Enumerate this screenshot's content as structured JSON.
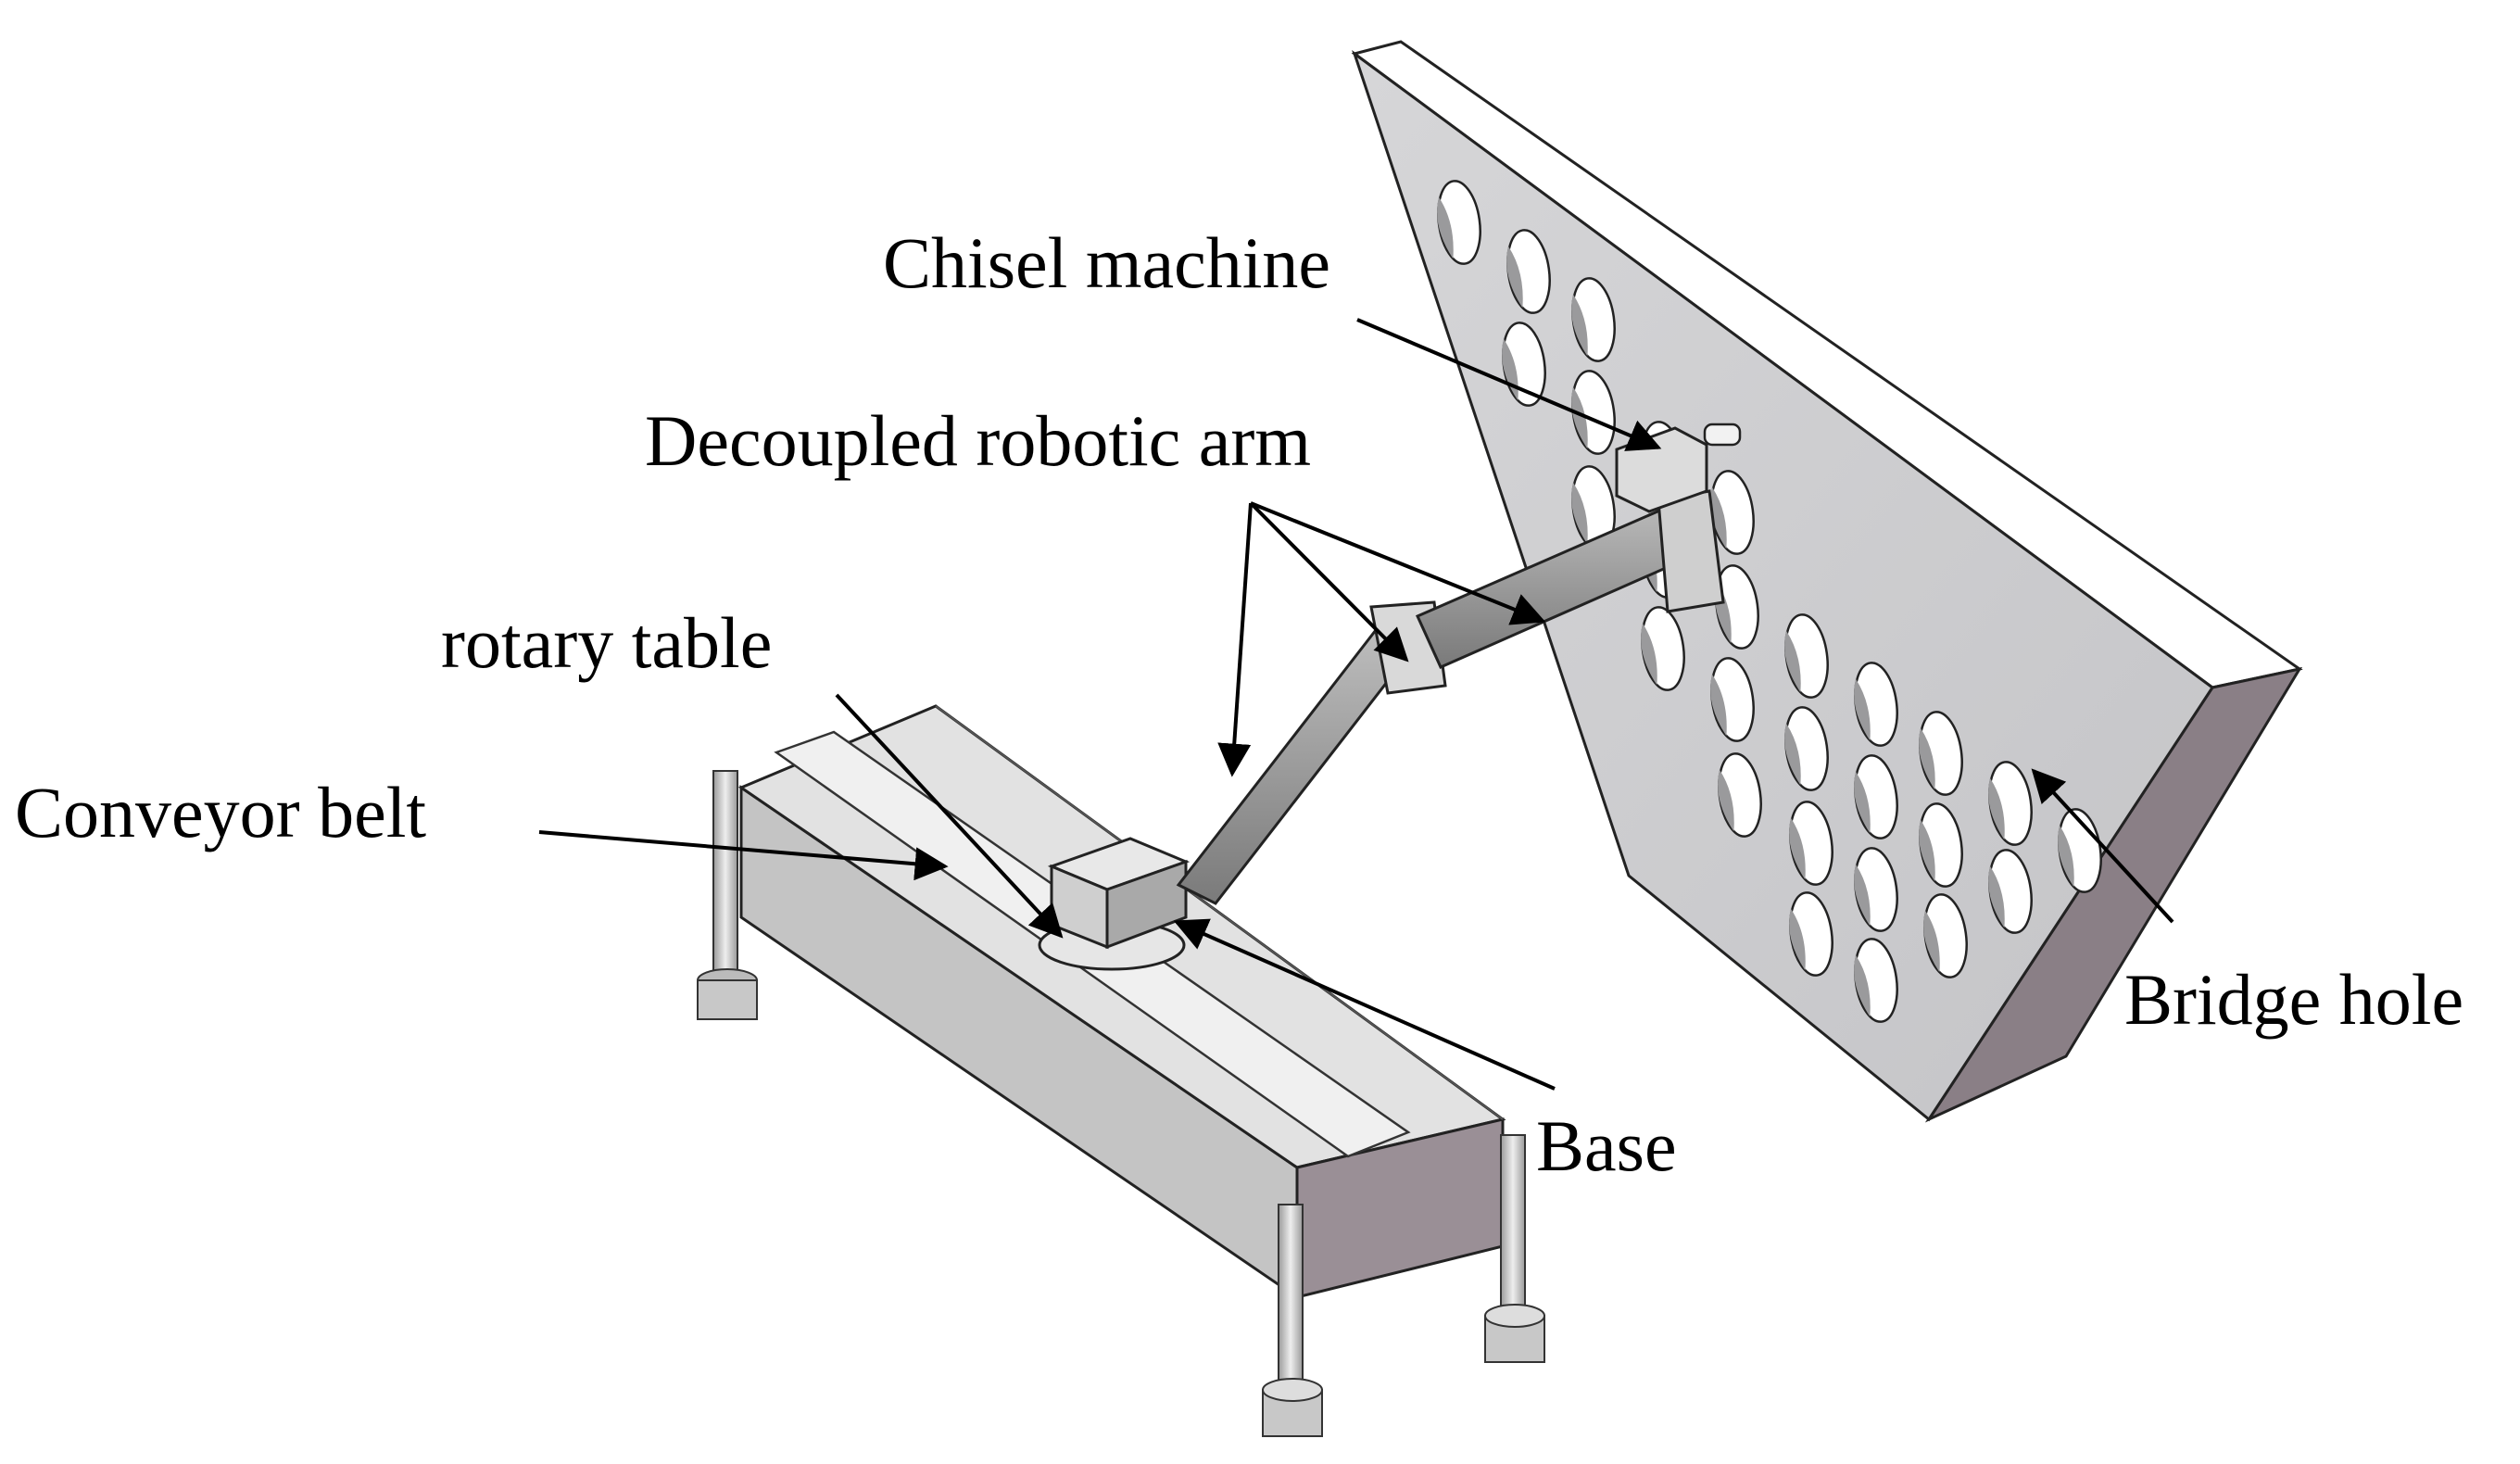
{
  "labels": {
    "chisel_machine": "Chisel machine",
    "decoupled_robotic_arm": "Decoupled robotic arm",
    "rotary_table": "rotary table",
    "conveyor_belt": "Conveyor belt",
    "bridge_hole": "Bridge hole",
    "base": "Base"
  },
  "colors": {
    "wall_face": "#cfcfd1",
    "wall_top": "#ffffff",
    "wall_side": "#8a7f86",
    "conveyor_top": "#d8d8d8",
    "conveyor_front": "#bdbdbd",
    "conveyor_end": "#9a8f96",
    "metal_dark": "#6e6e6e",
    "text": "#000000"
  },
  "icons": [
    "arrow-head"
  ]
}
